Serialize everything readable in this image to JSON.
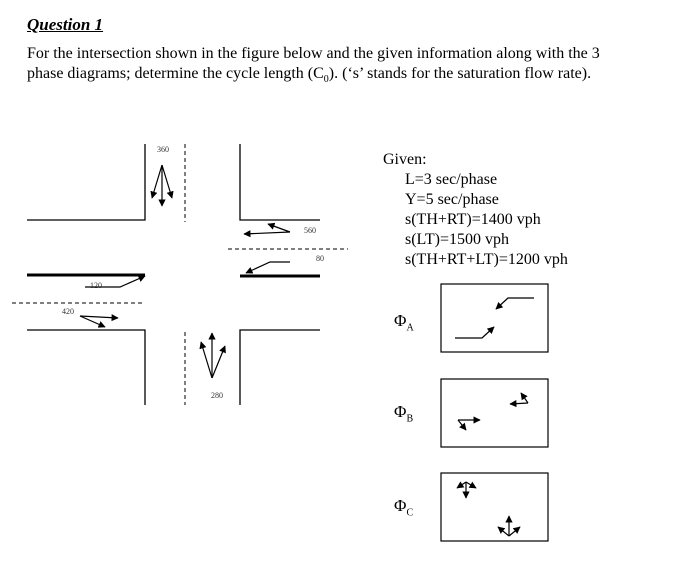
{
  "heading": "Question 1",
  "paragraph_line1": "For the intersection shown in the figure below and the given information along with the 3",
  "paragraph_line2_pre": "phase diagrams; determine the cycle length (C",
  "paragraph_line2_sub": "0",
  "paragraph_line2_post": "). (‘s’ stands for the saturation flow rate).",
  "given": {
    "title": "Given:",
    "lines": [
      "L=3 sec/phase",
      "Y=5 sec/phase",
      "s(TH+RT)=1400 vph",
      "s(LT)=1500 vph",
      "s(TH+RT+LT)=1200 vph"
    ]
  },
  "volumes": {
    "south_bound": "360",
    "west_bound_through": "560",
    "west_bound_left": "80",
    "east_bound_left": "120",
    "east_bound_through": "420",
    "north_bound": "280"
  },
  "phases": [
    {
      "symbol": "Φ",
      "sub": "A"
    },
    {
      "symbol": "Φ",
      "sub": "B"
    },
    {
      "symbol": "Φ",
      "sub": "C"
    }
  ]
}
